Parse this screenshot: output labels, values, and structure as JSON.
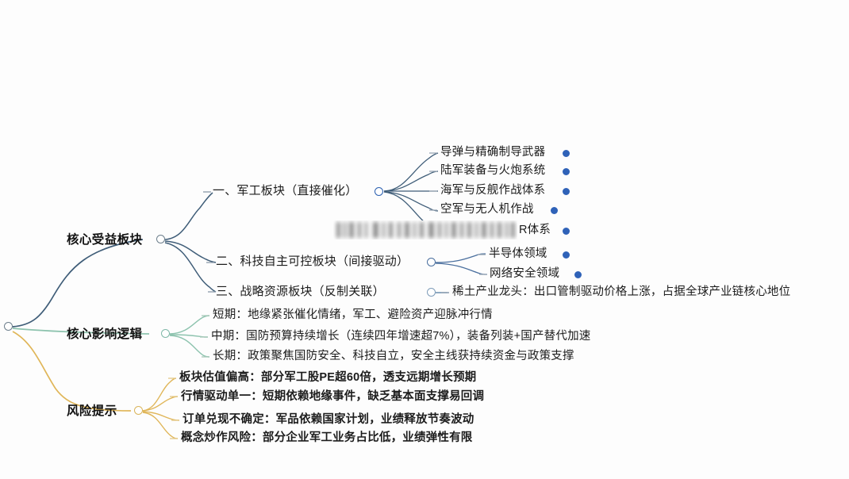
{
  "diagram": {
    "type": "mindmap",
    "root": {
      "label": "",
      "shape": "circle"
    },
    "palette": {
      "branch_military": "#3f5d78",
      "branch_logic": "#8dc3ae",
      "branch_risk": "#e0b659",
      "sub_link": "#4a6f9e",
      "bullet": "#2f62b8",
      "text": "#1a1a1a"
    },
    "branches": [
      {
        "id": "core-beneficiary-sectors",
        "label": "核心受益板块",
        "color": "#3f5d78",
        "children": [
          {
            "id": "military-industry",
            "label": "一、军工板块（直接催化）",
            "children": [
              {
                "id": "missiles",
                "label": "导弹与精确制导武器",
                "bullet": true
              },
              {
                "id": "army-equipment",
                "label": "陆军装备与火炮系统",
                "bullet": true
              },
              {
                "id": "navy-anti-ship",
                "label": "海军与反舰作战体系",
                "bullet": true
              },
              {
                "id": "airforce-uav",
                "label": "空军与无人机作战",
                "bullet": true
              },
              {
                "id": "redacted-r-system",
                "label": "R体系",
                "bullet": true,
                "redacted": true
              }
            ]
          },
          {
            "id": "tech-self-control",
            "label": "二、科技自主可控板块（间接驱动）",
            "children": [
              {
                "id": "semiconductor",
                "label": "半导体领域",
                "bullet": true
              },
              {
                "id": "cyber-security",
                "label": "网络安全领域",
                "bullet": true
              }
            ]
          },
          {
            "id": "strategic-resources",
            "label": "三、战略资源板块（反制关联）",
            "children": [
              {
                "id": "rare-earth",
                "label": "稀土产业龙头：出口管制驱动价格上涨，占据全球产业链核心地位",
                "bullet": false
              }
            ]
          }
        ]
      },
      {
        "id": "core-impact-logic",
        "label": "核心影响逻辑",
        "color": "#8dc3ae",
        "children": [
          {
            "id": "short-term",
            "label": "短期：地缘紧张催化情绪，军工、避险资产迎脉冲行情"
          },
          {
            "id": "mid-term",
            "label": "中期：国防预算持续增长（连续四年增速超7%），装备列装+国产替代加速"
          },
          {
            "id": "long-term",
            "label": "长期：政策聚焦国防安全、科技自立，安全主线获持续资金与政策支撑"
          }
        ]
      },
      {
        "id": "risk-warning",
        "label": "风险提示",
        "color": "#e0b659",
        "children": [
          {
            "id": "valuation-high",
            "label": "板块估值偏高：部分军工股PE超60倍，透支远期增长预期"
          },
          {
            "id": "single-driver",
            "label": "行情驱动单一：短期依赖地缘事件，缺乏基本面支撑易回调"
          },
          {
            "id": "order-uncertainty",
            "label": "订单兑现不确定：军品依赖国家计划，业绩释放节奏波动"
          },
          {
            "id": "concept-hype",
            "label": "概念炒作风险：部分企业军工业务占比低，业绩弹性有限"
          }
        ]
      }
    ]
  }
}
